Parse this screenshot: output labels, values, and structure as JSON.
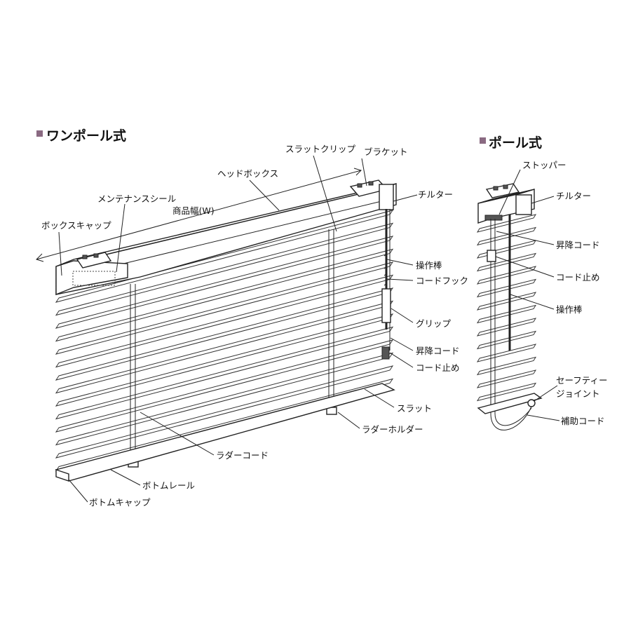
{
  "titles": {
    "one_pole": "ワンポール式",
    "pole": "ポール式"
  },
  "labels": {
    "slat_clip": "スラットクリップ",
    "bracket": "ブラケット",
    "head_box": "ヘッドボックス",
    "maintenance_seal": "メンテナンスシール",
    "product_width": "商品幅(W)",
    "box_cap": "ボックスキャップ",
    "tilter": "チルター",
    "operating_rod": "操作棒",
    "cord_hook": "コードフック",
    "grip": "グリップ",
    "lift_cord": "昇降コード",
    "cord_stop": "コード止め",
    "slat": "スラット",
    "ladder_holder": "ラダーホルダー",
    "ladder_cord": "ラダーコード",
    "bottom_rail": "ボトムレール",
    "bottom_cap": "ボトムキャップ",
    "stopper": "ストッパー",
    "tilter_2": "チルター",
    "lift_cord_2": "昇降コード",
    "cord_stop_2": "コード止め",
    "operating_rod_2": "操作棒",
    "safety_joint_line1": "セーフティー",
    "safety_joint_line2": "ジョイント",
    "aux_cord": "補助コード"
  },
  "colors": {
    "title_marker": "#8a6a82",
    "line": "#222222"
  }
}
